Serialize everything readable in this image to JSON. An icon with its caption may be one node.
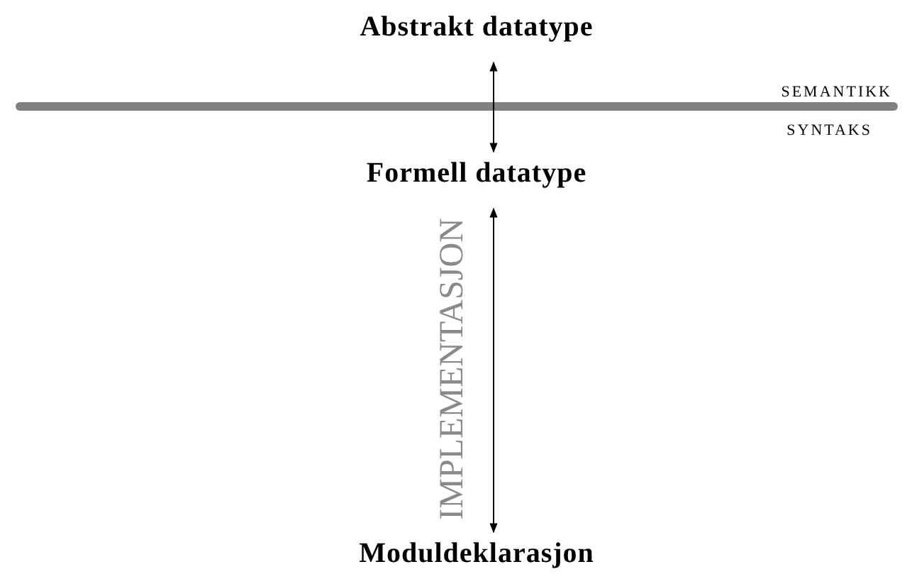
{
  "diagram": {
    "nodes": [
      {
        "text": [
          "Abstrakt datatype"
        ]
      },
      {
        "text": [
          "Formell datatype"
        ]
      },
      {
        "text": [
          "Moduldeklarasjon"
        ]
      }
    ],
    "edges": [
      {
        "from": 0,
        "to": 1,
        "arrow": "both"
      },
      {
        "from": 1,
        "to": 2,
        "arrow": "both"
      }
    ],
    "labels": [
      "IMPLEMENTASJON",
      "SEMANTIKK",
      "SYNTAKS"
    ]
  }
}
